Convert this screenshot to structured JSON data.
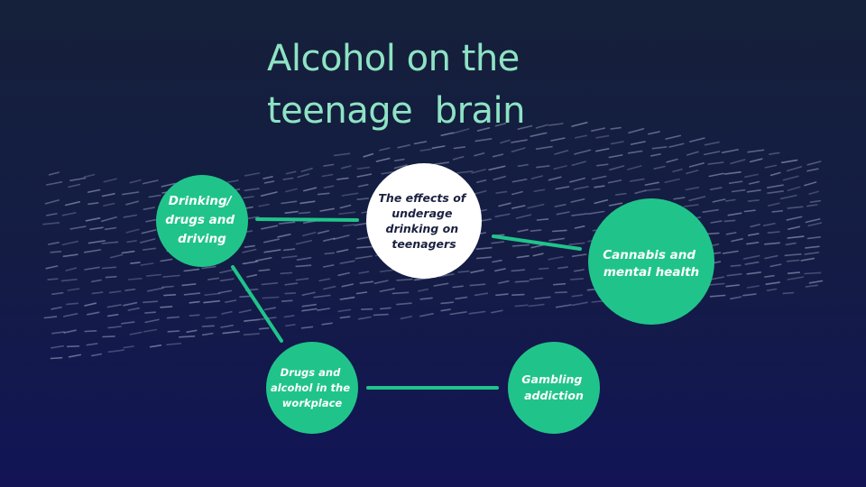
{
  "title": {
    "line1": "Alcohol on the",
    "line2": "teenage  brain"
  },
  "colors": {
    "accent": "#20c48a",
    "title": "#8ee3c4",
    "center_fill": "#ffffff",
    "center_text": "#1b2140",
    "node_text": "#ffffff",
    "dash": "#8f96b8"
  },
  "nodes": {
    "center": {
      "lines": [
        "The effects of",
        "underage",
        "drinking on",
        "teenagers"
      ]
    },
    "drinking": {
      "lines": [
        "Drinking/",
        "drugs and",
        "driving"
      ]
    },
    "cannabis": {
      "lines": [
        "Cannabis and",
        "mental health"
      ]
    },
    "workplace": {
      "lines": [
        "Drugs and",
        "alcohol in the",
        "workplace"
      ]
    },
    "gambling": {
      "lines": [
        "Gambling",
        "addiction"
      ]
    }
  }
}
